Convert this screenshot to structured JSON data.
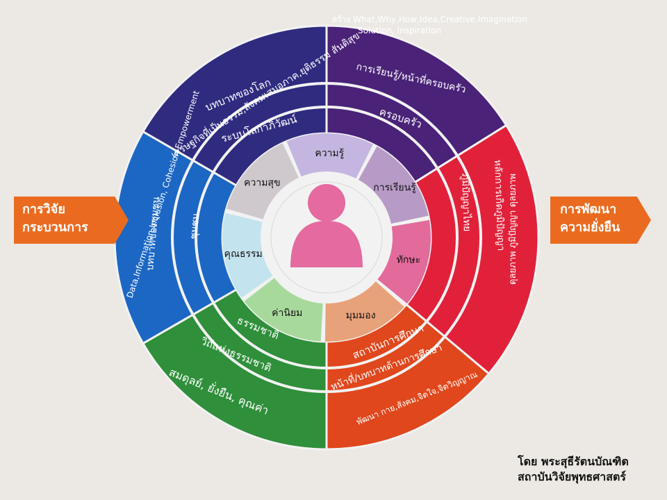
{
  "colors": {
    "bg": "#ece9e4",
    "purple_dark": "#4a2278",
    "navy": "#2f2b7f",
    "blue": "#1c67c4",
    "green": "#2f8f3a",
    "orange_red": "#e0471c",
    "red": "#e1213a",
    "arrow": "#ea6b1f"
  },
  "left_arrow": {
    "line1": "การวิจัย",
    "line2": "กระบวนการ"
  },
  "right_arrow": {
    "line1": "การพัฒนา",
    "line2": "ความยั่งยืน"
  },
  "credit": {
    "line1": "โดย พระสุธีรัตนบัณฑิต",
    "line2": "สถาบันวิจัยพุทธศาสตร์"
  },
  "outer_ring": {
    "top_left": "เศรษฐกิจที่เป็นธรรม,สังคมเสมอภาค,ยุติธรรม สันติสุข",
    "top_right_line1": "สร้าง What,Why,How,Idea,Creative,Imagination",
    "top_right_line2": "Solution, Inspiration",
    "left": "Data,Information,Inclusion, Cohesion Empowerment",
    "right": "ดุลยภาพ ภูมิปัญญา ดุลยภาพ",
    "bottom_left": "สมดุลย์, ยั่งยืน, คุณค่า",
    "bottom_right": "พัฒนา กาย,สังคม,จิตใจ,จิตวิญญาณ"
  },
  "middle_ring": {
    "top_left": "บทบาทของโลก",
    "top_right": "การเรียนรู้/หน้าที่ครอบครัว",
    "left": "บทบาทของชุมชน",
    "right": "หลักการเกิดภูมิปัญญา",
    "bottom_left": "วิถีแห่งธรรมชาติ",
    "bottom_right": "หน้าที่/บทบาทด้านการศึกษา"
  },
  "inner_ring": {
    "top_left": "ระบบโลกาภิวัฒน์",
    "top_right": "ครอบครัว",
    "left": "ชุมชน",
    "right": "ภูมิปัญญาไทย",
    "bottom_left": "ธรรมชาติ",
    "bottom_right": "สถาบันการศึกษา"
  },
  "petals": [
    {
      "label": "ความรู้",
      "color": "#c4b6e0"
    },
    {
      "label": "การเรียนรู้",
      "color": "#b79bc6"
    },
    {
      "label": "ทักษะ",
      "color": "#e26b9c"
    },
    {
      "label": "มุมมอง",
      "color": "#e8a27a"
    },
    {
      "label": "ค่านิยม",
      "color": "#a8d99c"
    },
    {
      "label": "คุณธรรม",
      "color": "#c3e3ee"
    },
    {
      "label": "ความสุข",
      "color": "#cfc8cc"
    }
  ],
  "center": {
    "icon": "person-icon",
    "color": "#e46aa0"
  }
}
